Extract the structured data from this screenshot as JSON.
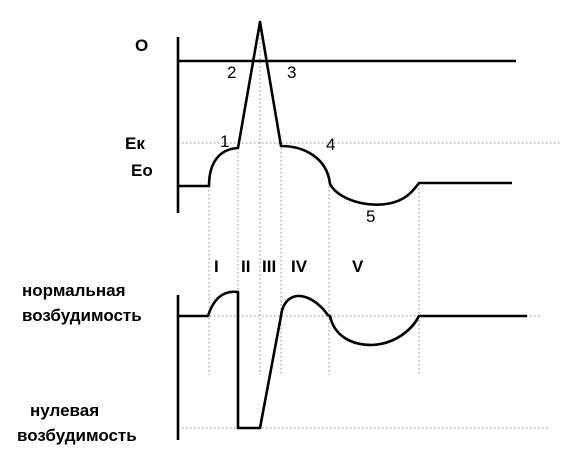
{
  "potential_labels": {
    "zero": "О",
    "critical": "Ек",
    "resting": "Ео"
  },
  "point_labels": [
    "1",
    "2",
    "3",
    "4",
    "5"
  ],
  "phase_labels": [
    "I",
    "II",
    "III",
    "IV",
    "V"
  ],
  "excitability_labels": {
    "normal_line1": "нормальная",
    "normal_line2": "возбудимость",
    "zero_line1": "нулевая",
    "zero_line2": "возбудимость"
  }
}
